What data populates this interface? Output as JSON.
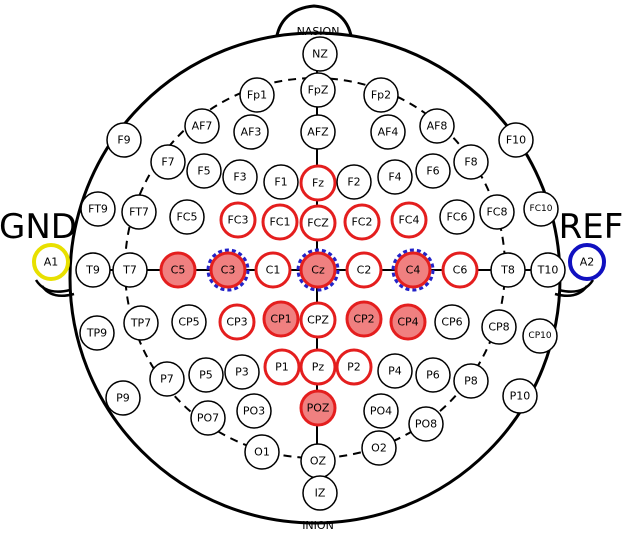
{
  "landmarks": {
    "nasion": "NASION",
    "inion": "INION"
  },
  "sides": {
    "ground_label": "GND",
    "reference_label": "REF"
  },
  "colors": {
    "outline": "#000000",
    "active_ring": "#e41e1e",
    "active_fill": "#f08080",
    "highlight_dash": "#2323c8",
    "ground": "#e8e000",
    "reference": "#1010c0"
  },
  "electrodes": [
    {
      "label": "NZ",
      "state": "plain"
    },
    {
      "label": "FpZ",
      "state": "plain"
    },
    {
      "label": "Fp1",
      "state": "plain"
    },
    {
      "label": "Fp2",
      "state": "plain"
    },
    {
      "label": "AF7",
      "state": "plain"
    },
    {
      "label": "AF3",
      "state": "plain"
    },
    {
      "label": "AFZ",
      "state": "plain"
    },
    {
      "label": "AF4",
      "state": "plain"
    },
    {
      "label": "AF8",
      "state": "plain"
    },
    {
      "label": "F9",
      "state": "plain"
    },
    {
      "label": "F7",
      "state": "plain"
    },
    {
      "label": "F5",
      "state": "plain"
    },
    {
      "label": "F3",
      "state": "plain"
    },
    {
      "label": "F1",
      "state": "plain"
    },
    {
      "label": "Fz",
      "state": "ring"
    },
    {
      "label": "F2",
      "state": "plain"
    },
    {
      "label": "F4",
      "state": "plain"
    },
    {
      "label": "F6",
      "state": "plain"
    },
    {
      "label": "F8",
      "state": "plain"
    },
    {
      "label": "F10",
      "state": "plain"
    },
    {
      "label": "FT9",
      "state": "plain"
    },
    {
      "label": "FT7",
      "state": "plain"
    },
    {
      "label": "FC5",
      "state": "plain"
    },
    {
      "label": "FC3",
      "state": "ring"
    },
    {
      "label": "FC1",
      "state": "ring"
    },
    {
      "label": "FCZ",
      "state": "ring"
    },
    {
      "label": "FC2",
      "state": "ring"
    },
    {
      "label": "FC4",
      "state": "ring"
    },
    {
      "label": "FC6",
      "state": "plain"
    },
    {
      "label": "FC8",
      "state": "plain"
    },
    {
      "label": "FC10",
      "state": "plain"
    },
    {
      "label": "A1",
      "state": "ground"
    },
    {
      "label": "T9",
      "state": "plain"
    },
    {
      "label": "T7",
      "state": "plain"
    },
    {
      "label": "C5",
      "state": "filled"
    },
    {
      "label": "C3",
      "state": "filled_dashed"
    },
    {
      "label": "C1",
      "state": "ring"
    },
    {
      "label": "Cz",
      "state": "filled_dashed"
    },
    {
      "label": "C2",
      "state": "ring"
    },
    {
      "label": "C4",
      "state": "filled_dashed"
    },
    {
      "label": "C6",
      "state": "ring"
    },
    {
      "label": "T8",
      "state": "plain"
    },
    {
      "label": "T10",
      "state": "plain"
    },
    {
      "label": "A2",
      "state": "reference"
    },
    {
      "label": "TP9",
      "state": "plain"
    },
    {
      "label": "TP7",
      "state": "plain"
    },
    {
      "label": "CP5",
      "state": "plain"
    },
    {
      "label": "CP3",
      "state": "ring"
    },
    {
      "label": "CP1",
      "state": "filled"
    },
    {
      "label": "CPZ",
      "state": "ring"
    },
    {
      "label": "CP2",
      "state": "filled"
    },
    {
      "label": "CP4",
      "state": "filled"
    },
    {
      "label": "CP6",
      "state": "plain"
    },
    {
      "label": "CP8",
      "state": "plain"
    },
    {
      "label": "CP10",
      "state": "plain"
    },
    {
      "label": "P9",
      "state": "plain"
    },
    {
      "label": "P7",
      "state": "plain"
    },
    {
      "label": "P5",
      "state": "plain"
    },
    {
      "label": "P3",
      "state": "plain"
    },
    {
      "label": "P1",
      "state": "ring"
    },
    {
      "label": "Pz",
      "state": "ring"
    },
    {
      "label": "P2",
      "state": "ring"
    },
    {
      "label": "P4",
      "state": "plain"
    },
    {
      "label": "P6",
      "state": "plain"
    },
    {
      "label": "P8",
      "state": "plain"
    },
    {
      "label": "P10",
      "state": "plain"
    },
    {
      "label": "PO7",
      "state": "plain"
    },
    {
      "label": "PO3",
      "state": "plain"
    },
    {
      "label": "POZ",
      "state": "filled"
    },
    {
      "label": "PO4",
      "state": "plain"
    },
    {
      "label": "PO8",
      "state": "plain"
    },
    {
      "label": "O1",
      "state": "plain"
    },
    {
      "label": "OZ",
      "state": "plain"
    },
    {
      "label": "O2",
      "state": "plain"
    },
    {
      "label": "IZ",
      "state": "plain"
    }
  ]
}
